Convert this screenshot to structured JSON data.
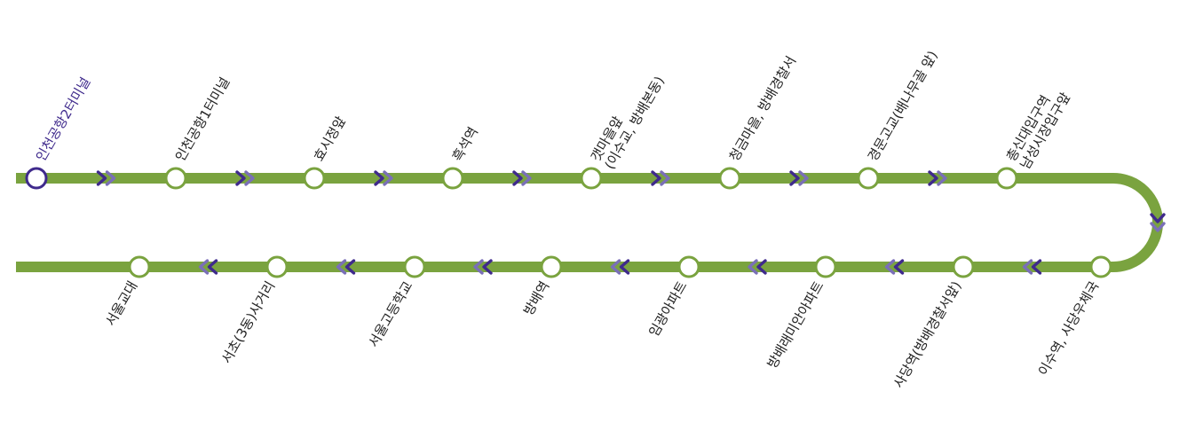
{
  "route": {
    "line_color": "#7aa33f",
    "arrow_color": "#3f2a8c",
    "arrow_light_color": "#7a6fb8",
    "current_color": "#3f2a8c",
    "top_stops": [
      {
        "name": "인천공항2터미널",
        "current": true
      },
      {
        "name": "인천공항1터미널"
      },
      {
        "name": "효시정앞"
      },
      {
        "name": "흑석역"
      },
      {
        "name": "갯마을앞",
        "sub": "(이수교, 방배본동)"
      },
      {
        "name": "청금마을, 방배경찰서"
      },
      {
        "name": "경문고교(배나무골 앞)"
      },
      {
        "name": "총신대입구역",
        "sub": "남성시장입구앞"
      }
    ],
    "bottom_stops": [
      {
        "name": "이수역, 사당우체국"
      },
      {
        "name": "사당역(방배경찰서앞)"
      },
      {
        "name": "방배래미안아파트"
      },
      {
        "name": "임광아파트"
      },
      {
        "name": "방배역"
      },
      {
        "name": "서울고등학교"
      },
      {
        "name": "서초(3동)사거리"
      },
      {
        "name": "서울교대"
      }
    ]
  }
}
